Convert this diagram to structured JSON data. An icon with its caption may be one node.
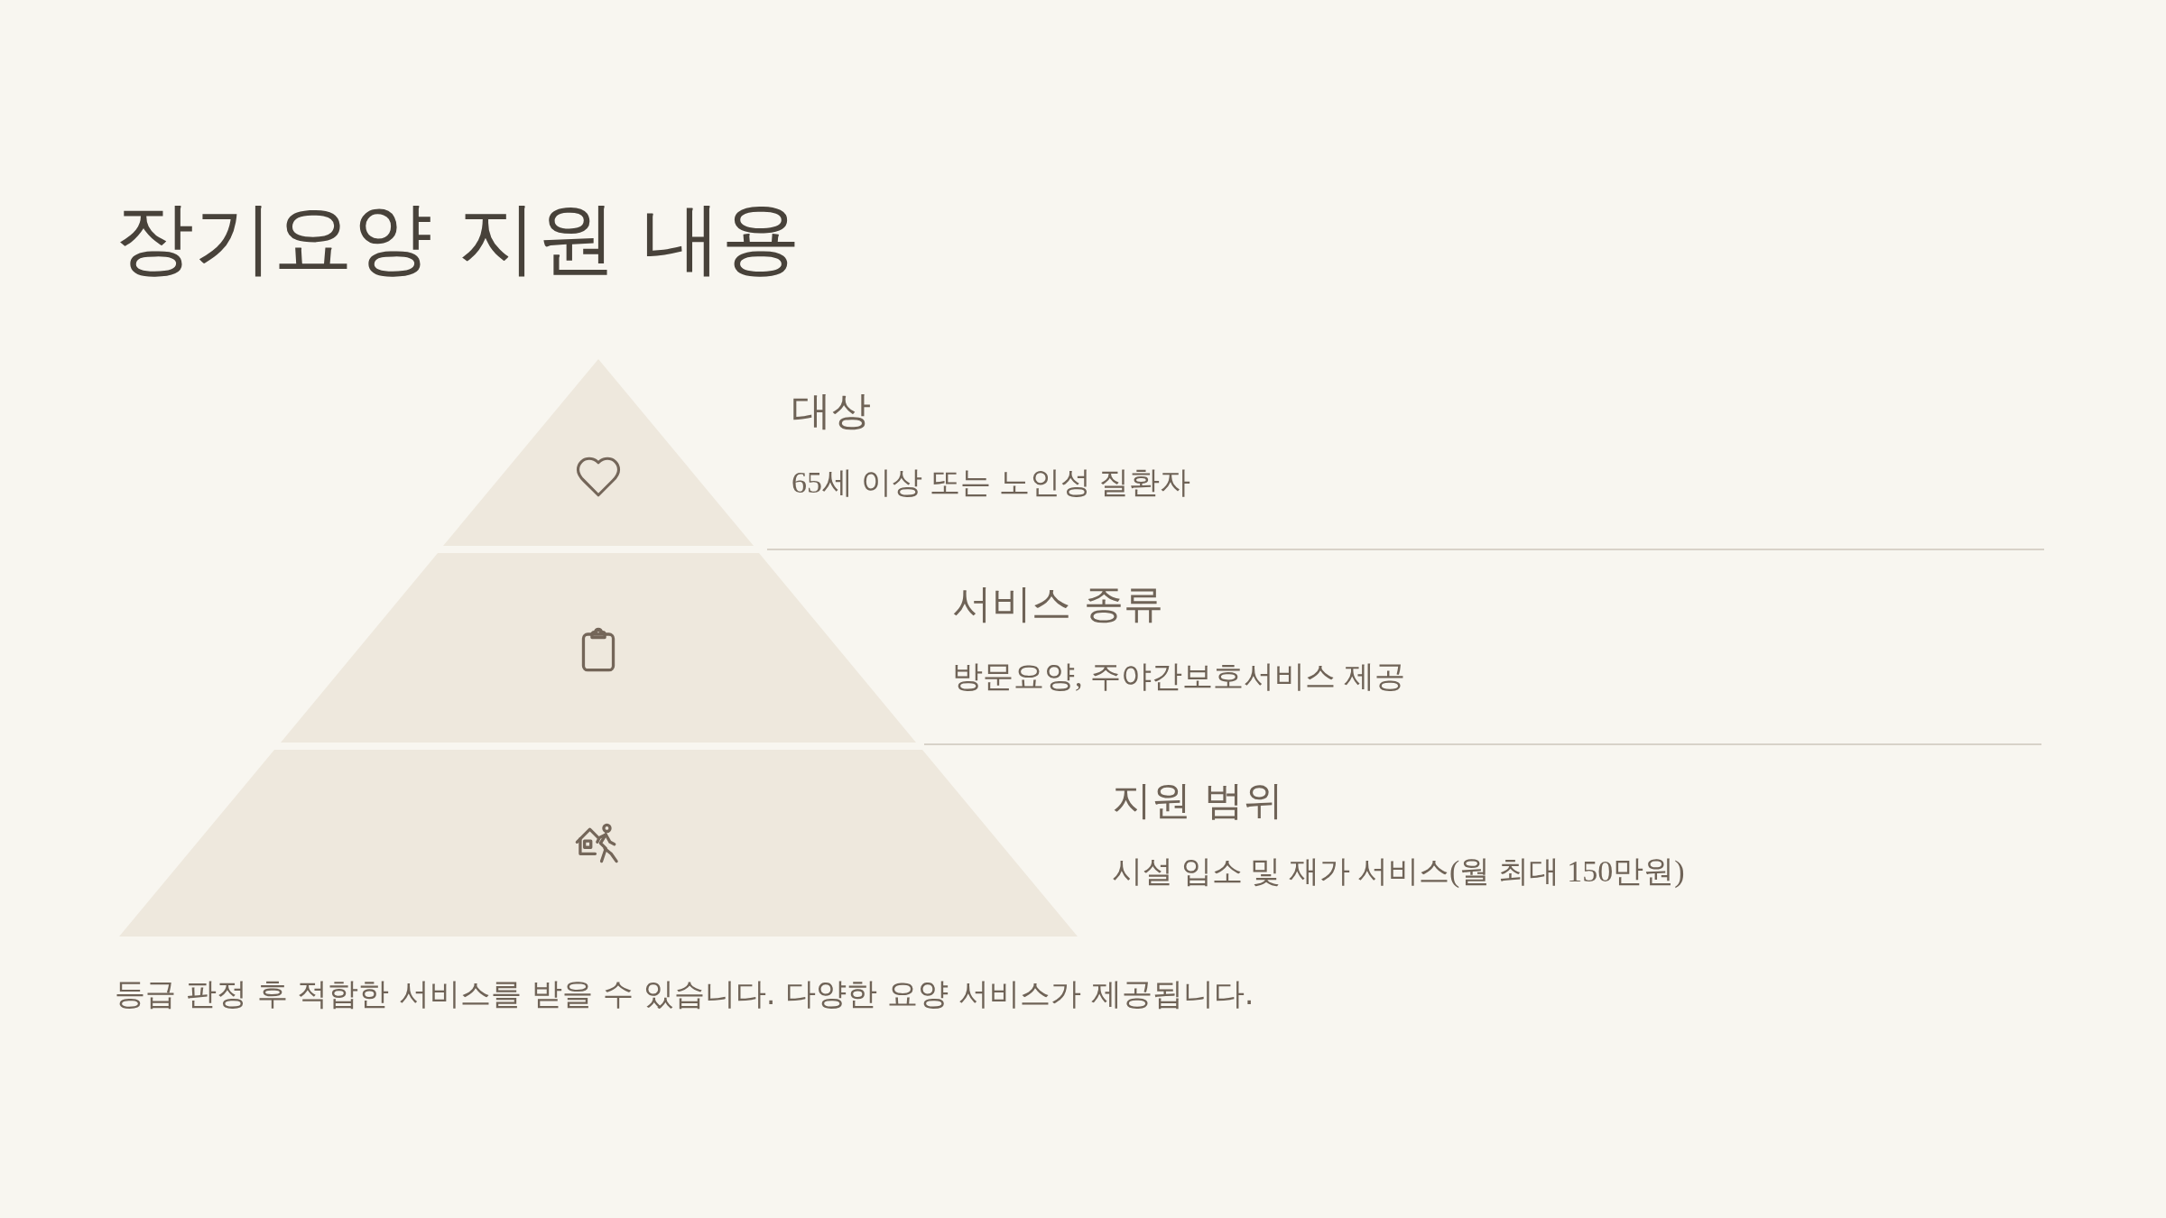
{
  "diagram": {
    "title": "장기요양 지원 내용",
    "nodes": [
      {
        "text": [],
        "shape": "triangle",
        "beside": [
          "대상",
          "65세 이상 또는 노인성 질환자"
        ]
      },
      {
        "text": [],
        "shape": "trapezoid",
        "beside": [
          "서비스 종류",
          "방문요양, 주야간보호서비스 제공"
        ]
      },
      {
        "text": [],
        "shape": "trapezoid",
        "beside": [
          "지원 범위",
          "시설 입소 및 재가 서비스(월 최대 150만원)"
        ]
      }
    ],
    "caption": "등급 판정 후 적합한 서비스를 받을 수 있습니다. 다양한 요양 서비스가 제공됩니다."
  }
}
